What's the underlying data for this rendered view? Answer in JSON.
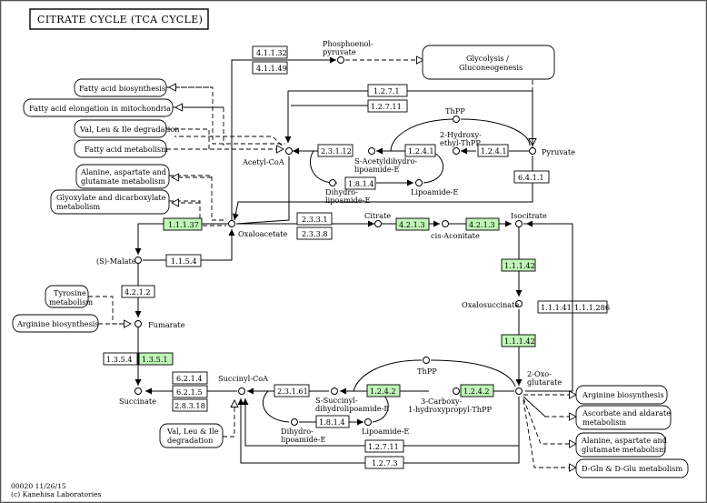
{
  "title": "CITRATE CYCLE (TCA CYCLE)",
  "footer": {
    "line1": "00020 11/26/15",
    "line2": "(c) Kanehisa Laboratories"
  },
  "compounds": {
    "phosphoenolpyruvate": [
      "Phosphoenol-",
      "pyruvate"
    ],
    "pyruvate": "Pyruvate",
    "acetyl_coa": "Acetyl-CoA",
    "thpp_top": "ThPP",
    "hydroxyethyl_thpp": [
      "2-Hydroxy-",
      "ethyl-ThPP"
    ],
    "s_acetyldihydrolipoamide": [
      "S-Acetyldihydro-",
      "lipoamide-E"
    ],
    "dihydrolipoamide_top": [
      "Dihydro-",
      "lipoamide-E"
    ],
    "lipoamide_top": "Lipoamide-E",
    "citrate": "Citrate",
    "cis_aconitate": "cis-Aconitate",
    "isocitrate": "Isocitrate",
    "oxaloacetate": "Oxaloacetate",
    "s_malate": "(S)-Malate",
    "fumarate": "Fumarate",
    "oxalosuccinate": "Oxalosuccinate",
    "oxoglutarate": [
      "2-Oxo-",
      "glutarate"
    ],
    "succinate": "Succinate",
    "succinyl_coa": "Succinyl-CoA",
    "thpp_bottom": "ThPP",
    "carboxy_hydroxypropyl_thpp": [
      "3-Carboxy-",
      "1-hydroxypropyl-ThPP"
    ],
    "s_succinyldihydrolipoamide": [
      "S-Succinyl-",
      "dihydrolipoamide-E"
    ],
    "dihydrolipoamide_bottom": [
      "Dihydro-",
      "lipoamide-E"
    ],
    "lipoamide_bottom": "Lipoamide-E"
  },
  "pathways": {
    "glycolysis": [
      "Glycolysis /",
      "Gluconeogenesis"
    ],
    "fatty_acid_biosynthesis": "Fatty acid biosynthesis",
    "fatty_acid_elongation": "Fatty acid elongation in mitochondria",
    "val_leu_ile_top": "Val, Leu & Ile degradation",
    "fatty_acid_metabolism": "Fatty acid metabolism",
    "ala_asp_glu_left": [
      "Alanine, aspartate and",
      "glutamate metabolism"
    ],
    "glyoxylate": [
      "Glyoxylate and dicarboxylate",
      "metabolism"
    ],
    "tyrosine": [
      "Tyrosine",
      "metabolism"
    ],
    "arginine_left": "Arginine biosynthesis",
    "val_leu_ile_bottom": [
      "Val, Leu & Ile",
      "degradation"
    ],
    "arginine_right": "Arginine biosynthesis",
    "ascorbate": [
      "Ascorbate and aldarate",
      "metabolism"
    ],
    "ala_asp_glu_right": [
      "Alanine, aspartate and",
      "glutamate metabolism"
    ],
    "d_gln": "D-Gln & D-Glu metabolism"
  },
  "enzymes": {
    "e4_1_1_32": "4.1.1.32",
    "e4_1_1_49": "4.1.1.49",
    "e1_2_7_1": "1.2.7.1",
    "e1_2_7_11_top": "1.2.7.11",
    "e2_3_1_12": "2.3.1.12",
    "e1_2_4_1_a": "1.2.4.1",
    "e1_2_4_1_b": "1.2.4.1",
    "e1_8_1_4_top": "1.8.1.4",
    "e6_4_1_1": "6.4.1.1",
    "e1_1_1_37": "1.1.1.37",
    "e2_3_3_1": "2.3.3.1",
    "e2_3_3_8": "2.3.3.8",
    "e4_2_1_3_a": "4.2.1.3",
    "e4_2_1_3_b": "4.2.1.3",
    "e1_1_5_4": "1.1.5.4",
    "e4_2_1_2": "4.2.1.2",
    "e1_1_1_42_a": "1.1.1.42",
    "e1_1_1_42_b": "1.1.1.42",
    "e1_1_1_41": "1.1.1.41",
    "e1_1_1_286": "1.1.1.286",
    "e1_3_5_4": "1.3.5.4",
    "e1_3_5_1": "1.3.5.1",
    "e6_2_1_4": "6.2.1.4",
    "e6_2_1_5": "6.2.1.5",
    "e2_8_3_18": "2.8.3.18",
    "e2_3_1_61": "2.3.1.61",
    "e1_2_4_2_a": "1.2.4.2",
    "e1_2_4_2_b": "1.2.4.2",
    "e1_8_1_4_bottom": "1.8.1.4",
    "e1_2_7_11_bottom": "1.2.7.11",
    "e1_2_7_3": "1.2.7.3"
  },
  "colors": {
    "highlight_enzyme": "#bff5b6",
    "line": "#000000",
    "background": "#ffffff"
  }
}
